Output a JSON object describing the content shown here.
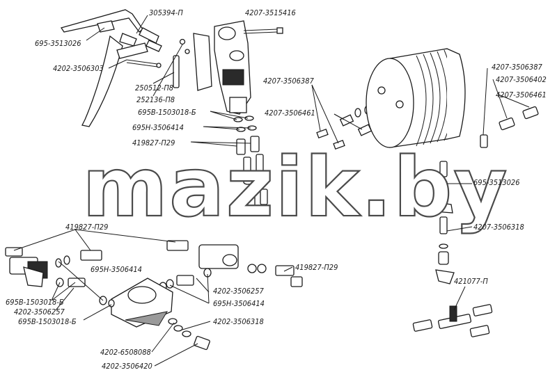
{
  "watermark": "mazik.by",
  "labels": {
    "l305394": "305394-П",
    "l4207_3515416": "4207-3515416",
    "l695_3513026_a": "695-3513026",
    "l4202_3506303": "4202-3506303",
    "l250512": "250512-П8",
    "l252136": "252136-П8",
    "l695B_1503018_a": "695В-1503018-Б",
    "l695H_3506414_a": "695Н-3506414",
    "l419827_a": "419827-П29",
    "l4207_3506387_a": "4207-3506387",
    "l4207_3506461_a": "4207-3506461",
    "l4207_3506387_b": "4207-3506387",
    "l4207_3506402": "4207-3506402",
    "l4207_3506461_b": "4207-3506461",
    "l695_3513026_b": "695-3513026",
    "l4207_3506318": "4207-3506318",
    "l419827_b": "419827-П29",
    "l695H_3506414_b": "695Н-3506414",
    "l695B_1503018_b": "695В-1503018-Б",
    "l4202_3506257_a": "4202-3506257",
    "l695B_1503018_c": "695В-1503018-Б",
    "l419827_c": "419827-П29",
    "l4202_3506257_b": "4202-3506257",
    "l695H_3506414_c": "695Н-3506414",
    "l4202_3506318": "4202-3506318",
    "l4202_6508088": "4202-6508088",
    "l4202_3506420": "4202-3506420",
    "l421077": "421077-П"
  }
}
